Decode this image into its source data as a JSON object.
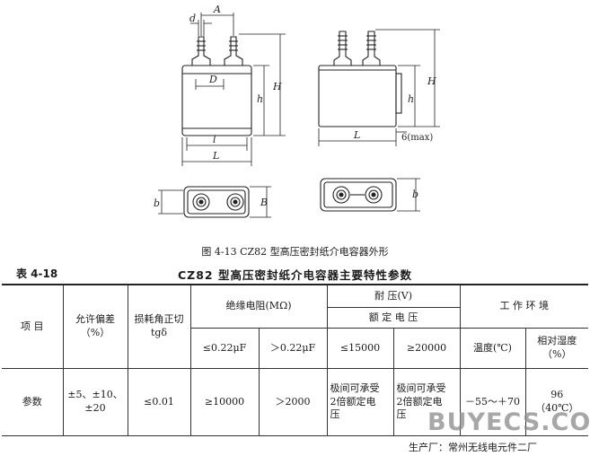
{
  "figure": {
    "dim_labels": {
      "d": "d",
      "A": "A",
      "D": "D",
      "h": "h",
      "H": "H",
      "l": "l",
      "L": "L",
      "b": "b",
      "B": "B",
      "h2": "h",
      "H2": "H",
      "L2": "L",
      "max6": "6(max)",
      "b2": "b"
    },
    "caption": "图 4-13    CZ82 型高压密封纸介电容器外形"
  },
  "table": {
    "number": "表 4-18",
    "title": "CZ82 型高压密封纸介电容器主要特性参数",
    "headers": {
      "item": "项    目",
      "tolerance": "允许偏差\n（%）",
      "loss": "损耗角正切\ntgδ",
      "insulation": "绝缘电阻(MΩ)",
      "voltage": "耐        压(V)",
      "rated": "额  定  电  压",
      "environment": "工  作  环  境",
      "ins_low": "≤0.22μF",
      "ins_high": "＞0.22μF",
      "v_low": "≤15000",
      "v_high": "≥20000",
      "temp": "温度(℃)",
      "humidity": "相对湿度\n（%）"
    },
    "row": {
      "label": "参数",
      "tolerance": "±5、±10、\n±20",
      "loss": "≤0.01",
      "ins_low": "≥10000",
      "ins_high": "＞2000",
      "v_low": "极间可承受\n2倍额定电\n压",
      "v_high": "极间可承受\n2倍额定电\n压",
      "temp": "－55～＋70",
      "humidity": "96\n（40℃）"
    }
  },
  "watermark": "BUYECS.COM",
  "producer": "生产厂：常州无线电元件二厂"
}
